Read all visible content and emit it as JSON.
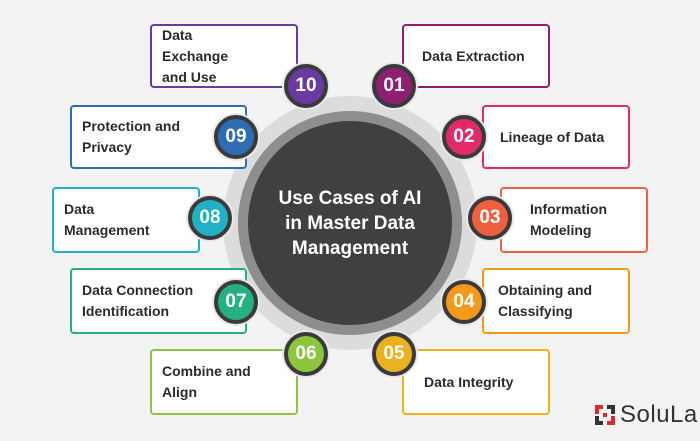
{
  "center": {
    "title": "Use Cases of AI\nin Master Data\nManagement"
  },
  "items": [
    {
      "num": "01",
      "label": "Data Extraction",
      "color": "#8e1f73"
    },
    {
      "num": "02",
      "label": "Lineage of Data",
      "color": "#e02a6a"
    },
    {
      "num": "03",
      "label": "Information\nModeling",
      "color": "#f0603e"
    },
    {
      "num": "04",
      "label": "Obtaining and\nClassifying",
      "color": "#f29a1a"
    },
    {
      "num": "05",
      "label": "Data Integrity",
      "color": "#e9b21e"
    },
    {
      "num": "06",
      "label": "Combine and\nAlign",
      "color": "#8cc63f"
    },
    {
      "num": "07",
      "label": "Data Connection\nIdentification",
      "color": "#24b07f"
    },
    {
      "num": "08",
      "label": "Data\nManagement",
      "color": "#1fb2c4"
    },
    {
      "num": "09",
      "label": "Protection and\nPrivacy",
      "color": "#2e6db4"
    },
    {
      "num": "10",
      "label": "Data Exchange\nand Use",
      "color": "#6a3aa3"
    }
  ],
  "logo": {
    "text": "SoluLa"
  }
}
